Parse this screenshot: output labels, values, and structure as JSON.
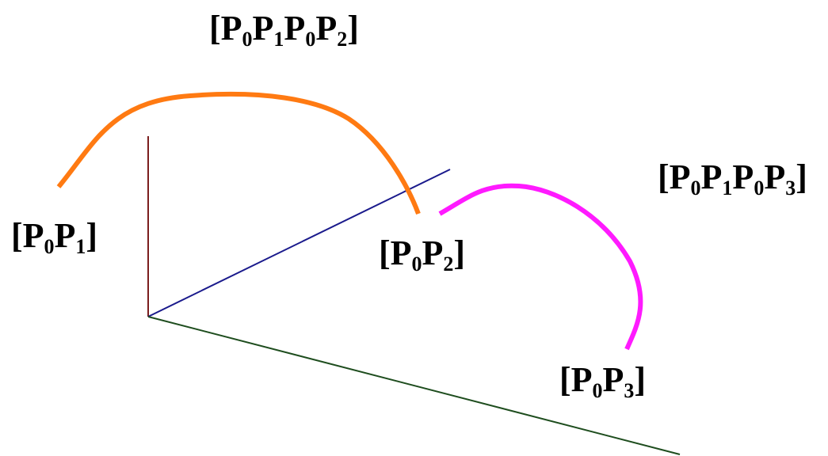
{
  "labels": {
    "p0p1": [
      {
        "t": "[P"
      },
      {
        "s": "0"
      },
      {
        "t": "P"
      },
      {
        "s": "1"
      },
      {
        "t": "]"
      }
    ],
    "p0p2": [
      {
        "t": "[P"
      },
      {
        "s": "0"
      },
      {
        "t": "P"
      },
      {
        "s": "2"
      },
      {
        "t": "]"
      }
    ],
    "p0p3": [
      {
        "t": "[P"
      },
      {
        "s": "0"
      },
      {
        "t": "P"
      },
      {
        "s": "3"
      },
      {
        "t": "]"
      }
    ],
    "p0p1p0p2": [
      {
        "t": "[P"
      },
      {
        "s": "0"
      },
      {
        "t": "P"
      },
      {
        "s": "1"
      },
      {
        "t": "P"
      },
      {
        "s": "0"
      },
      {
        "t": "P"
      },
      {
        "s": "2"
      },
      {
        "t": "]"
      }
    ],
    "p0p1p0p3": [
      {
        "t": "[P"
      },
      {
        "s": "0"
      },
      {
        "t": "P"
      },
      {
        "s": "1"
      },
      {
        "t": "P"
      },
      {
        "s": "0"
      },
      {
        "t": "P"
      },
      {
        "s": "3"
      },
      {
        "t": "]"
      }
    ]
  },
  "colors": {
    "axis_vertical": "#7b1e1e",
    "axis_diagonal": "#1a1a8c",
    "axis_horizontal": "#1e4d1e",
    "arc_p0p1_p0p2": "#ff7a12",
    "arc_p0p2_p0p3": "#ff1aff"
  }
}
